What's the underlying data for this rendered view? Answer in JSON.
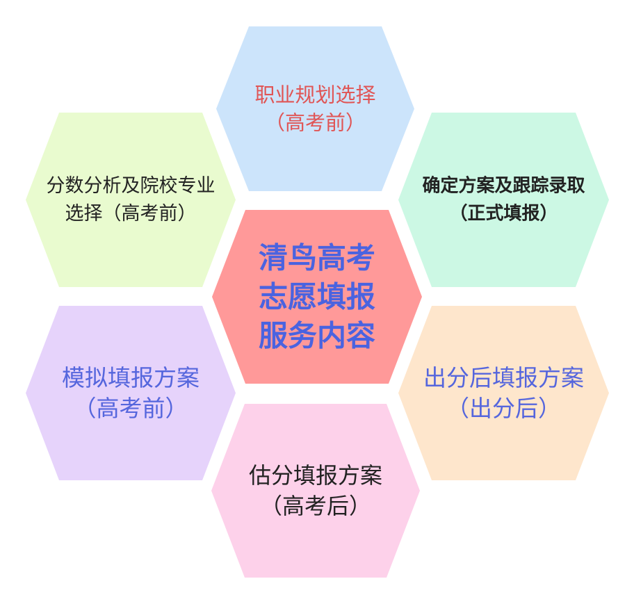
{
  "center": {
    "lines": [
      "清鸟高考",
      "志愿填报",
      "服务内容"
    ],
    "fill": "#ff9999",
    "text_color": "#4a63e0"
  },
  "hexagons": [
    {
      "id": "career-planning",
      "lines": [
        "职业规划选择",
        "（高考前）"
      ],
      "fill": "#cce4fb",
      "text_color": "#e05555"
    },
    {
      "id": "score-analysis",
      "lines": [
        "分数分析及院校专业",
        "选择（高考前）"
      ],
      "fill": "#e9fbcf",
      "text_color": "#222222"
    },
    {
      "id": "confirm-plan",
      "lines": [
        "确定方案及跟踪录取",
        "（正式填报）"
      ],
      "fill": "#ccf8e4",
      "text_color": "#222222"
    },
    {
      "id": "mock-plan",
      "lines": [
        "模拟填报方案",
        "（高考前）"
      ],
      "fill": "#e6d3fb",
      "text_color": "#5566dd"
    },
    {
      "id": "post-score-plan",
      "lines": [
        "出分后填报方案",
        "（出分后）"
      ],
      "fill": "#fee6cc",
      "text_color": "#5566dd"
    },
    {
      "id": "estimate-plan",
      "lines": [
        "估分填报方案",
        "（高考后）"
      ],
      "fill": "#fdd1ea",
      "text_color": "#222222"
    }
  ]
}
